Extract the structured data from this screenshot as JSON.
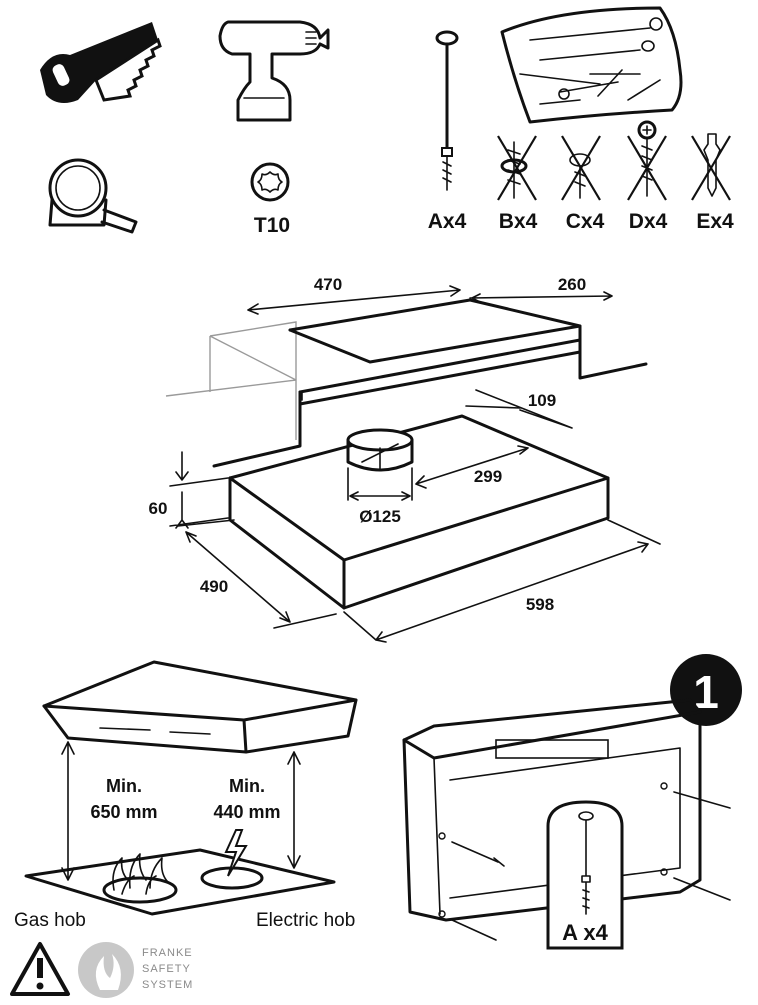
{
  "tools": {
    "saw": "saw-icon",
    "drill": "drill-icon",
    "tape": "tape-measure-icon",
    "torx": "torx-bit-icon",
    "torx_label": "T10"
  },
  "fixings": {
    "a": "Ax4",
    "b": "Bx4",
    "c": "Cx4",
    "d": "Dx4",
    "e": "Ex4"
  },
  "dimensions": {
    "cabinet_width": "470",
    "cabinet_depth": "260",
    "outlet_offset": "109",
    "outlet_depth": "299",
    "height": "60",
    "outlet_diameter": "Ø125",
    "depth": "490",
    "width": "598"
  },
  "clearances": {
    "gas_line1": "Min.",
    "gas_line2": "650 mm",
    "elec_line1": "Min.",
    "elec_line2": "440 mm",
    "gas_hob": "Gas hob",
    "electric_hob": "Electric hob"
  },
  "step": {
    "number": "1",
    "callout": "A x4"
  },
  "brand": {
    "line1": "FRANKE",
    "line2": "SAFETY",
    "line3": "SYSTEM"
  }
}
